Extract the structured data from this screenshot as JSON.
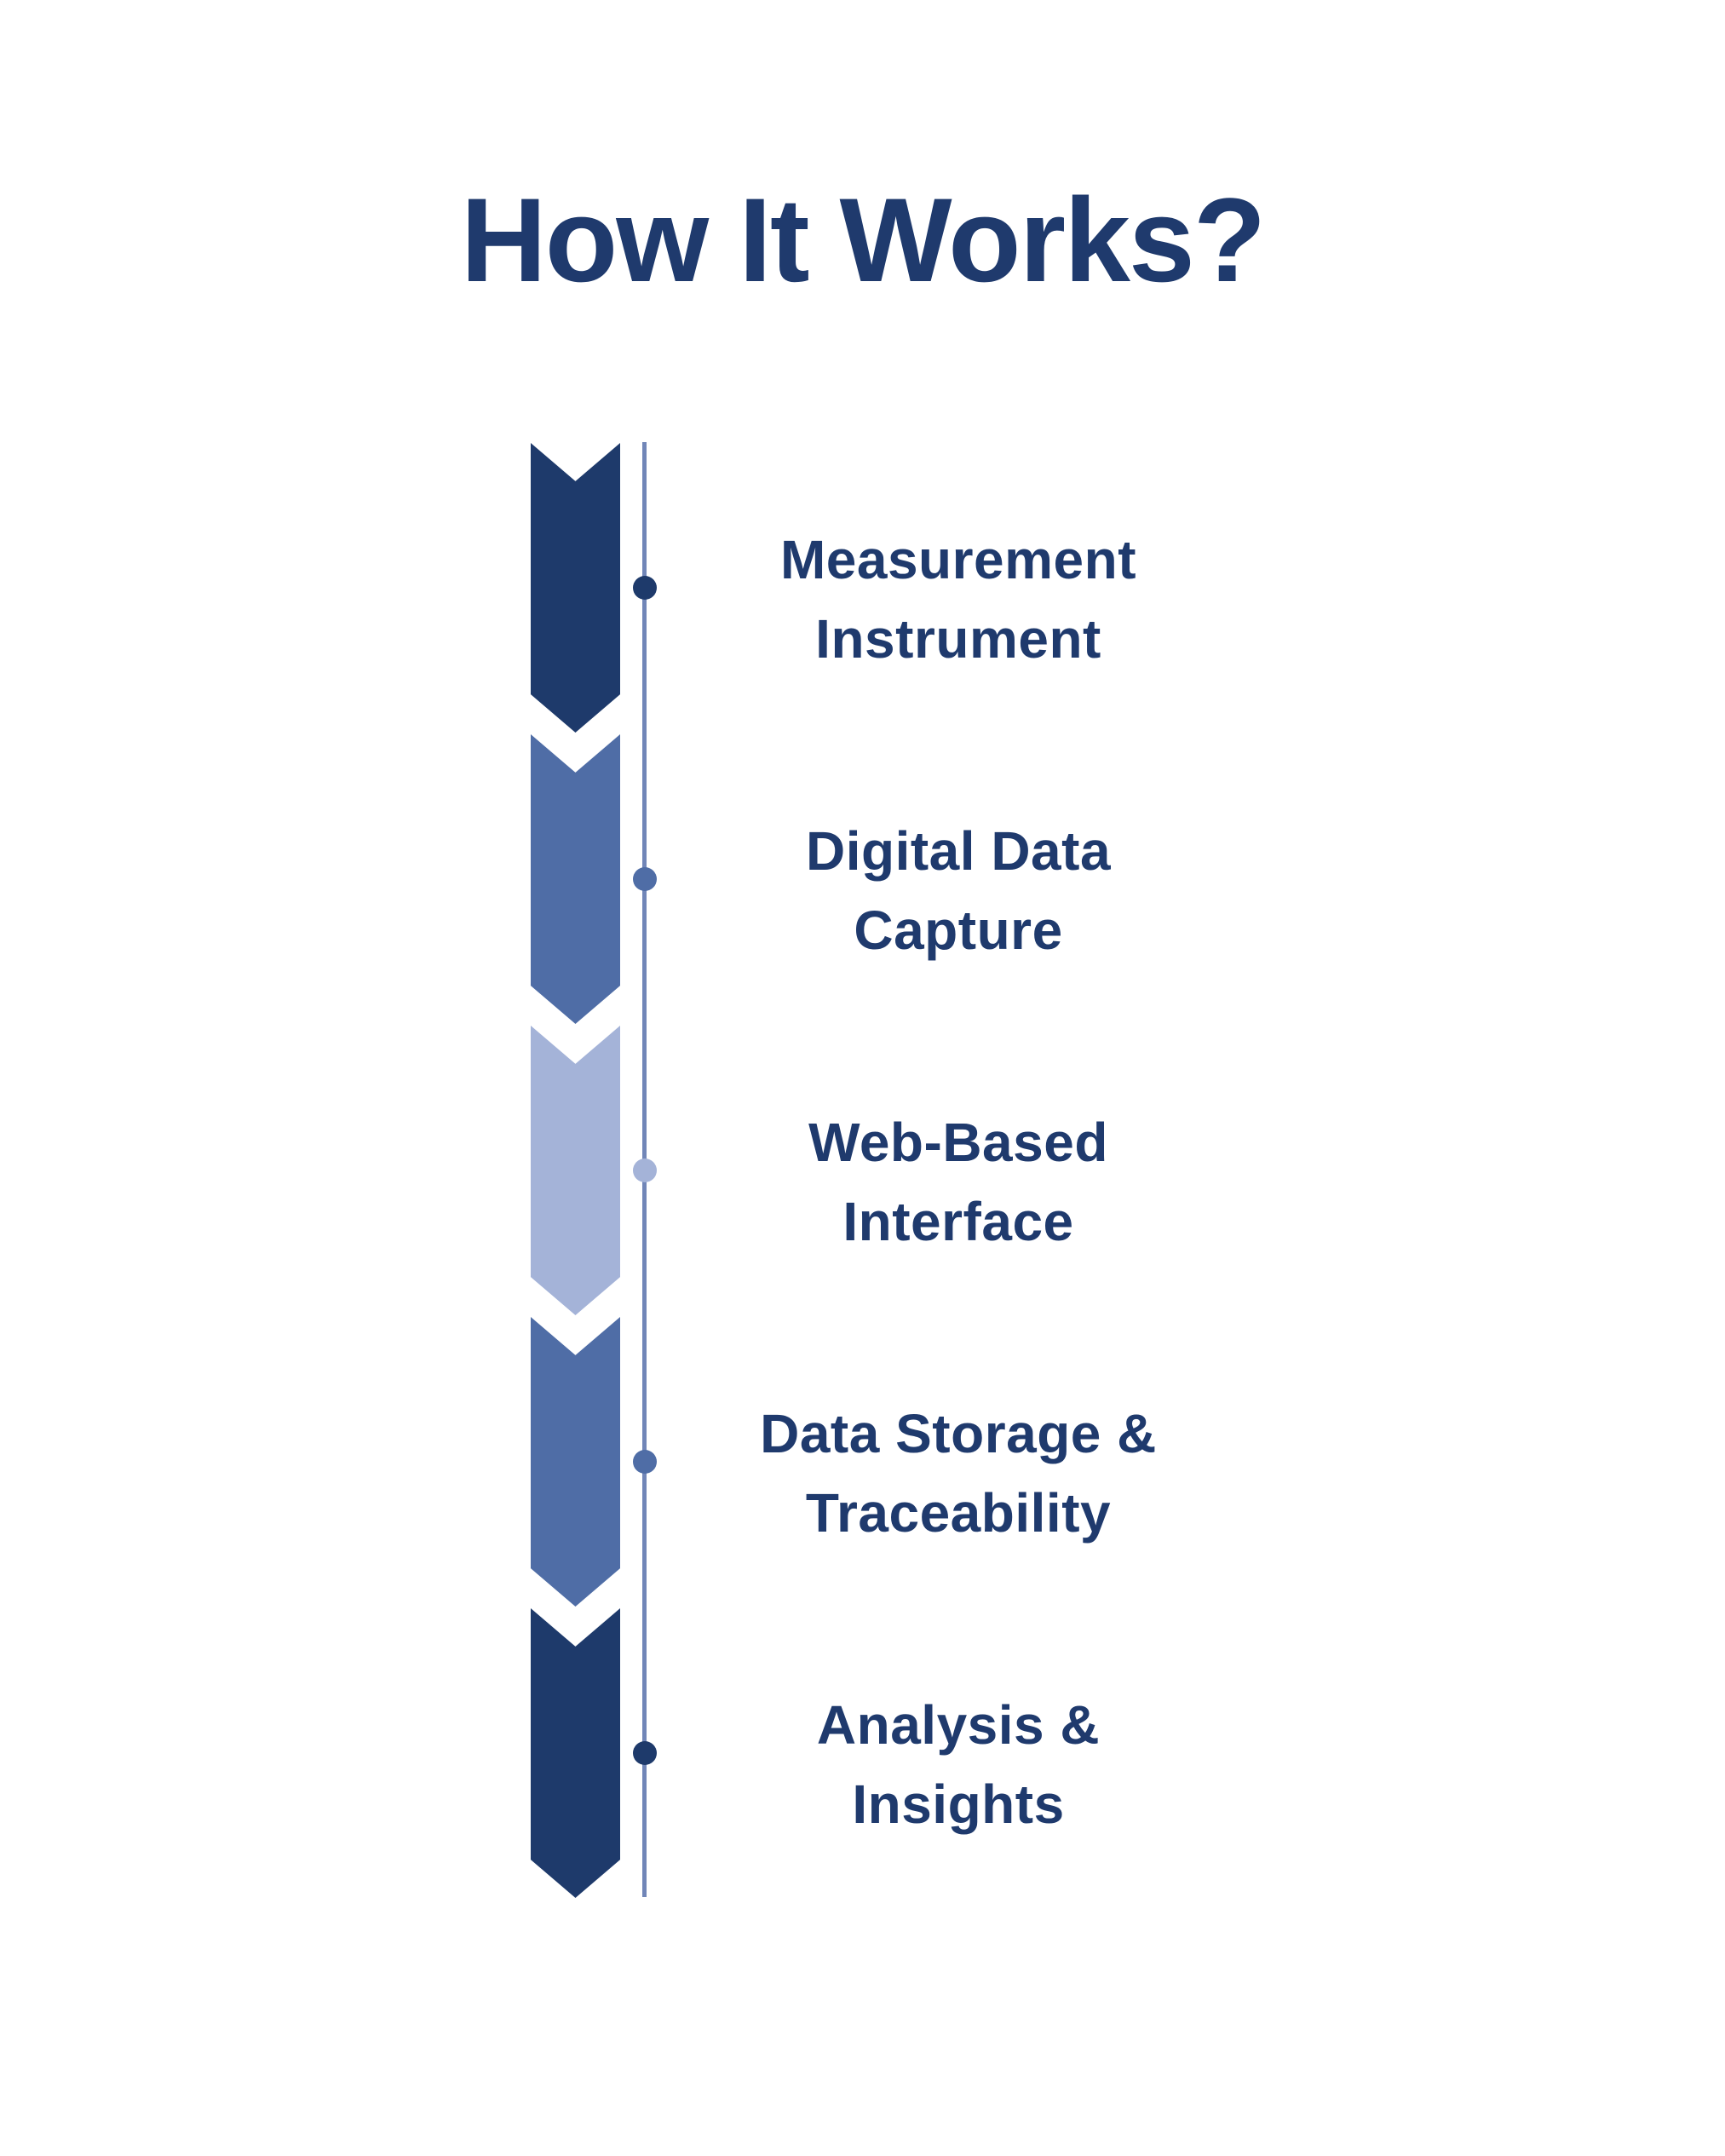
{
  "title": "How It Works?",
  "colors": {
    "navy": "#1e3a6b",
    "medium_blue": "#4f6da6",
    "light_blue": "#a4b3d8",
    "line_blue": "#7186b8",
    "text_navy": "#1f3a6d",
    "background": "#ffffff"
  },
  "timeline": {
    "steps": [
      {
        "lines": [
          "Measurement",
          "Instrument"
        ]
      },
      {
        "lines": [
          "Digital Data",
          "Capture"
        ]
      },
      {
        "lines": [
          "Web-Based",
          "Interface"
        ]
      },
      {
        "lines": [
          "Data Storage &",
          "Traceability"
        ]
      },
      {
        "lines": [
          "Analysis &",
          "Insights"
        ]
      }
    ]
  }
}
